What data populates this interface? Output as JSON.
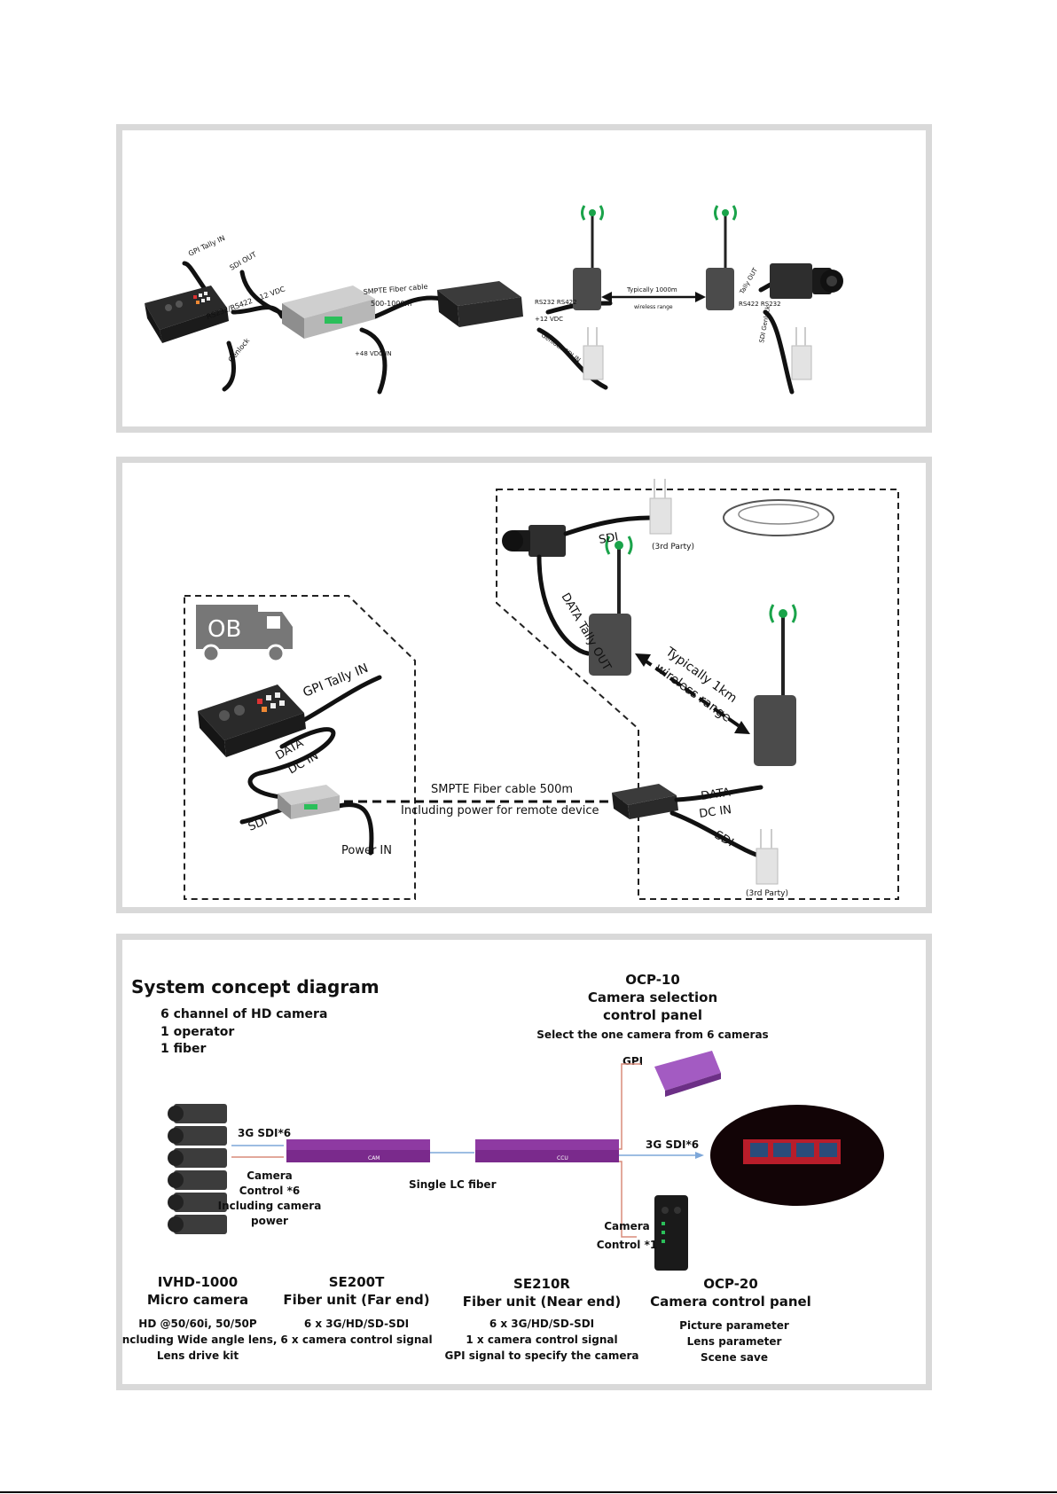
{
  "diagram1": {
    "labels": {
      "gpi_tally_in": "GPI Tally IN",
      "sdi_out": "SDI OUT",
      "rs232_rs422_12vdc": "RS232/RS422 +12 VDC",
      "genlock": "Genlock",
      "smpte_fiber": "SMPTE Fiber cable",
      "fiber_length": "500-1000m",
      "power_48": "+48 VDC IN",
      "rs232_rs422_left": "RS232 RS422",
      "vdc12_left": "+12 VDC",
      "genlock_sdi_in": "Genlock SDI IN",
      "typically_1000m": "Typically 1000m",
      "wireless_range": "wireless range",
      "tally_out": "Tally OUT",
      "rs422_rs232_right": "RS422 RS232",
      "sdi_genlock_right": "SDI Genlock"
    }
  },
  "diagram2": {
    "labels": {
      "ob": "OB",
      "gpi_tally_in": "GPI Tally IN",
      "data": "DATA",
      "dc_in": "DC IN",
      "sdi_left": "SDI",
      "power_in": "Power IN",
      "smpte_fiber": "SMPTE Fiber cable 500m",
      "including_power": "Including power for remote device",
      "sdi_top": "SDI",
      "third_party_top": "(3rd Party)",
      "data_tally_out": "DATA Tally OUT",
      "typically_1km": "Typically 1km",
      "wireless_range": "wireless range",
      "data_right": "DATA",
      "dc_in_right": "DC IN",
      "sdi_right": "SDI",
      "third_party_bottom": "(3rd Party)"
    }
  },
  "diagram3": {
    "title": "System concept diagram",
    "summary": [
      "6 channel of HD camera",
      "1 operator",
      "1 fiber"
    ],
    "ocp10": {
      "name": "OCP-10",
      "line1": "Camera selection",
      "line2": "control panel",
      "desc": "Select the one camera from 6 cameras",
      "gpi": "GPI"
    },
    "links": {
      "sdi6_left": "3G SDI*6",
      "camera_control_6": [
        "Camera",
        "Control *6",
        "Including camera",
        "power"
      ],
      "single_lc": "Single LC fiber",
      "sdi6_right": "3G SDI*6",
      "camera_control_1": [
        "Camera",
        "Control *1"
      ]
    },
    "rack_labels": {
      "cam": "CAM",
      "ccu": "CCU"
    },
    "units": [
      {
        "name": "IVHD-1000",
        "sub": "Micro camera",
        "desc": [
          "HD @50/60i, 50/50P",
          "including Wide angle lens,",
          "Lens drive kit"
        ]
      },
      {
        "name": "SE200T",
        "sub": "Fiber unit (Far end)",
        "desc": [
          "6 x 3G/HD/SD-SDI",
          "6 x camera control signal"
        ]
      },
      {
        "name": "SE210R",
        "sub": "Fiber unit (Near end)",
        "desc": [
          "6 x 3G/HD/SD-SDI",
          "1 x camera control signal",
          "GPI signal to specify the camera"
        ]
      },
      {
        "name": "OCP-20",
        "sub": "Camera control panel",
        "desc": [
          "Picture parameter",
          "Lens parameter",
          "Scene save"
        ]
      }
    ]
  },
  "colors": {
    "panel_border": "#d9d9d9",
    "signal_green": "#1aa34a",
    "rack_purple": "#7a2a8c",
    "fiber_blue": "#7da7d9",
    "control_red": "#d98b7a"
  }
}
